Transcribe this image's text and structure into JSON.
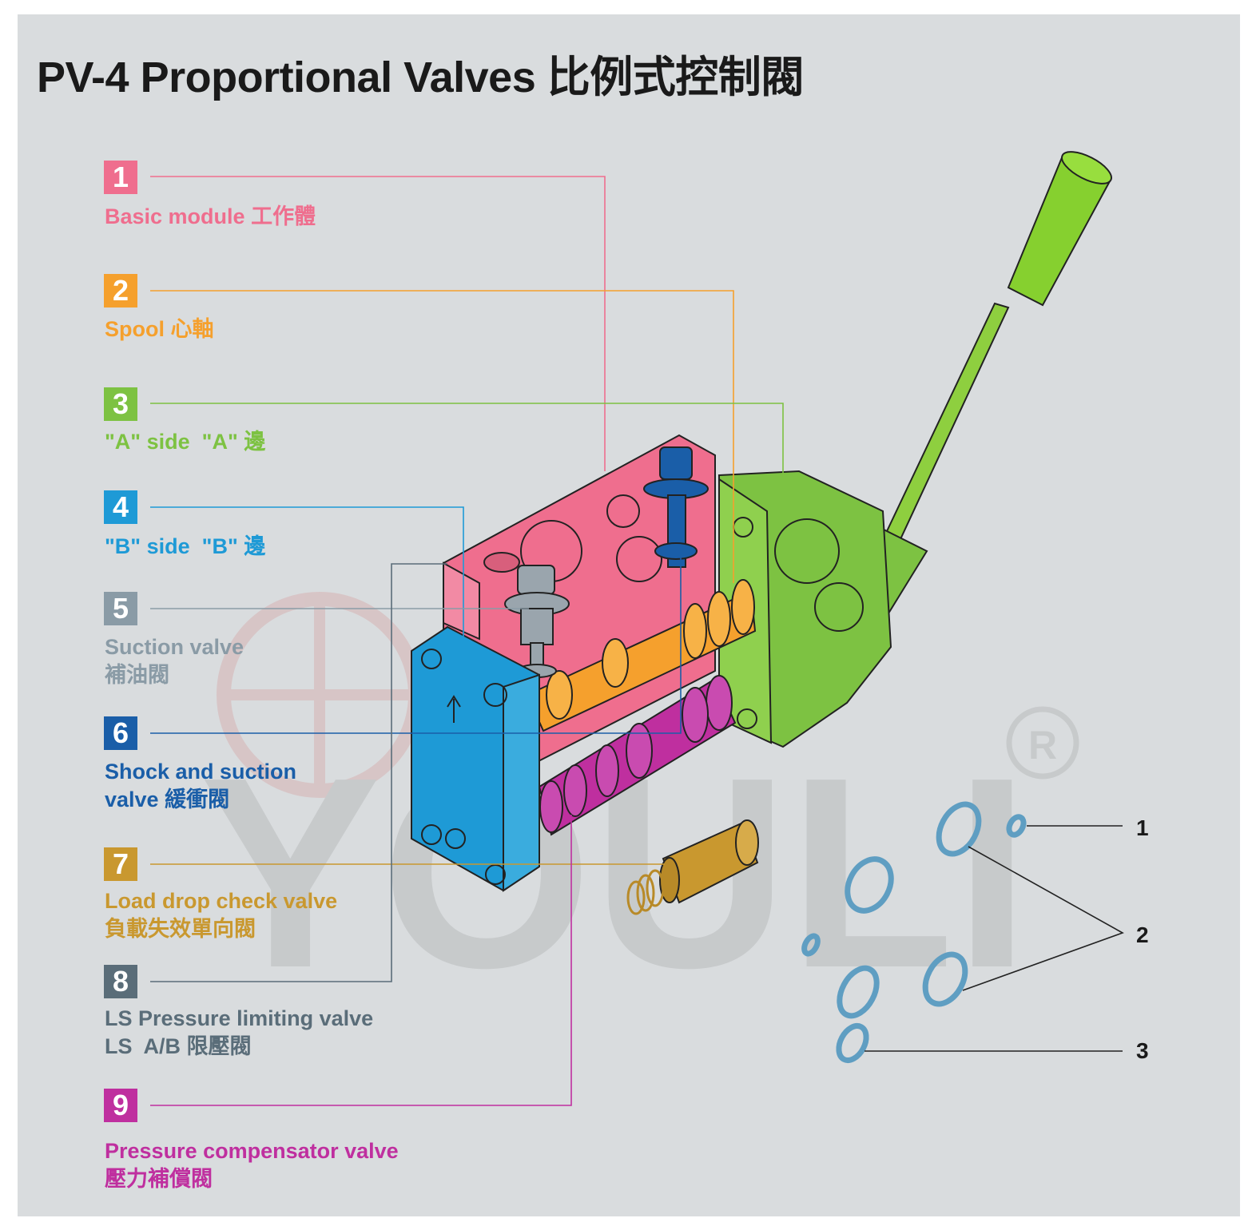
{
  "title": "PV-4 Proportional Valves 比例式控制閥",
  "colors": {
    "background": "#d9dcde",
    "basic_module": "#ef6e8e",
    "spool": "#f5a02d",
    "a_side": "#7dc242",
    "b_side": "#1e9ad6",
    "suction_valve": "#8a9ba6",
    "shock_valve": "#1a5ea8",
    "load_drop": "#c9982f",
    "ls_pressure": "#5a6d79",
    "compensator": "#bf2f9f",
    "seal": "#5f9ec2"
  },
  "components": [
    {
      "number": "1",
      "en": "Basic module",
      "zh": "工作體"
    },
    {
      "number": "2",
      "en": "Spool",
      "zh": "心軸"
    },
    {
      "number": "3",
      "en": "\"A\" side",
      "zh": "\"A\" 邊"
    },
    {
      "number": "4",
      "en": "\"B\" side",
      "zh": "\"B\" 邊"
    },
    {
      "number": "5",
      "en": "Suction valve",
      "zh": "補油閥"
    },
    {
      "number": "6",
      "en_line1": "Shock and suction",
      "en_line2": "valve",
      "zh": "緩衝閥"
    },
    {
      "number": "7",
      "en": "Load drop check valve",
      "zh": "負載失效單向閥"
    },
    {
      "number": "8",
      "en": "LS Pressure limiting valve",
      "zh": "LS  A/B 限壓閥"
    },
    {
      "number": "9",
      "en": "Pressure compensator valve",
      "zh": "壓力補償閥"
    }
  ],
  "seal_callouts": [
    "1",
    "2",
    "3"
  ],
  "watermark": "YOULI"
}
